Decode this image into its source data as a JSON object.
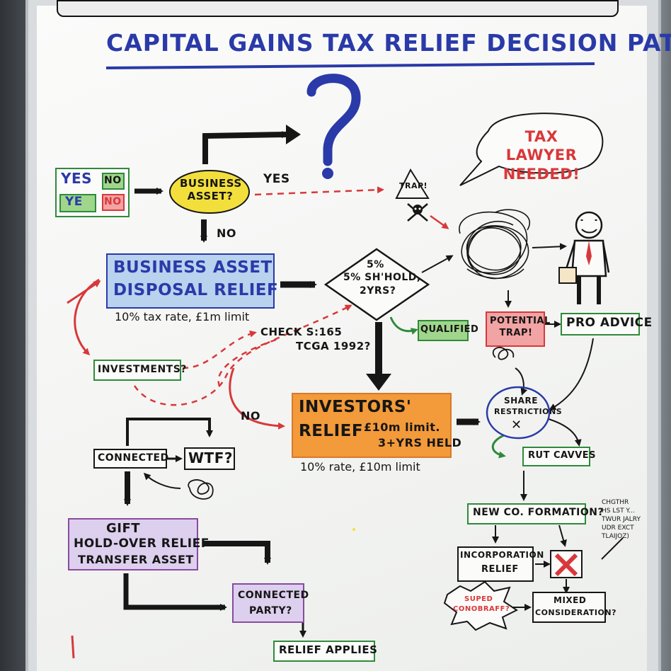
{
  "title": "CAPITAL GAINS TAX RELIEF DECISION PATH",
  "question_mark": "?",
  "legend": {
    "yes1": "YES",
    "no1": "NO",
    "yes2": "YE",
    "no2": "NO"
  },
  "nodes": {
    "business_asset": "BUSINESS ASSET?",
    "yes_label": "YES",
    "no_label_1": "NO",
    "tax_lawyer": "TAX LAWYER NEEDED!",
    "trap_sign": "TRAP!",
    "badr_line1": "BUSINESS ASSET",
    "badr_line2": "DISPOSAL RELIEF",
    "badr_note": "10% tax rate, £1m limit",
    "diamond_line1": "5%",
    "diamond_line2": "5% SH'HOLD,",
    "diamond_line3": "2YRS?",
    "qualified": "QUALIFIED",
    "potential_trap": "POTENTIAL TRAP!",
    "pro_advice": "PRO ADVICE",
    "check_line1": "CHECK S:165",
    "check_line2": "TCGA 1992?",
    "investments": "INVESTMENTS?",
    "no_label_2": "NO",
    "ir_line1": "INVESTORS'",
    "ir_line2": "RELIEF",
    "ir_sub1": "£10m limit.",
    "ir_sub2": "3+YRS HELD",
    "ir_note": "10% rate, £10m limit",
    "share_line1": "SHARE",
    "share_line2": "RESTRICTIONS",
    "share_mark": "✕",
    "rut": "RUT CAVVES",
    "connected": "CONNECTED",
    "wtf": "WTF?",
    "gift_line1": "GIFT",
    "gift_line2": "HOLD-OVER RELIEF",
    "gift_line3": "TRANSFER ASSET",
    "connected_party_line1": "CONNECTED",
    "connected_party_line2": "PARTY?",
    "relief_applies": "RELIEF APPLIES",
    "new_co": "NEW CO. FORMATION?",
    "scribble_line1": "CHGTHR",
    "scribble_line2": "HS LST Y...",
    "scribble_line3": "TWUR JALRY",
    "scribble_line4": "UDR EXCT",
    "scribble_line5": "TLAIJOZ)",
    "incorp_line1": "INCORPORATION",
    "incorp_line2": "RELIEF",
    "super_line1": "SUPED",
    "super_line2": "CONOBRAFF?",
    "mixed_line1": "MIXED",
    "mixed_line2": "CONSIDERATION?"
  },
  "colors": {
    "blue": "#2a3aa8",
    "red": "#d8383a",
    "green": "#2f8a3a",
    "black": "#161616",
    "yellow": "#f3df3c",
    "orange": "#f39a3a",
    "purple": "#8a4aa0",
    "light_blue": "#b9d2ee",
    "light_green": "#9fd68b",
    "light_red": "#f2a3a3",
    "light_purple": "#ddd0ee"
  }
}
